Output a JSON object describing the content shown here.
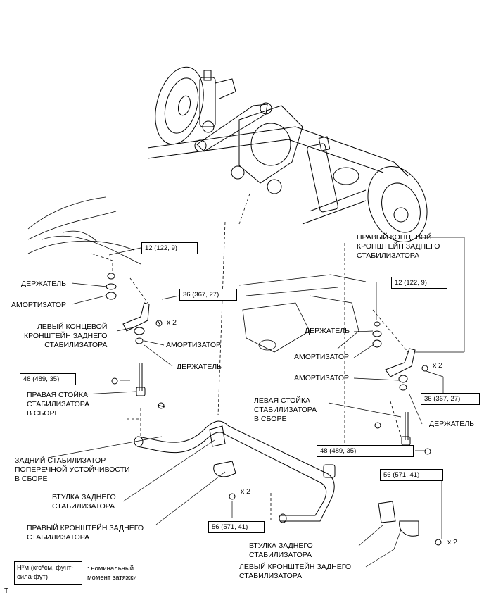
{
  "labels": {
    "holder_left": "ДЕРЖАТЕЛЬ",
    "cushion_left": "АМОРТИЗАТОР",
    "left_bracket": [
      "ЛЕВЫЙ КОНЦЕВОЙ",
      "КРОНШТЕЙН ЗАДНЕГО",
      "СТАБИЛИЗАТОРА"
    ],
    "cushion_mid": "АМОРТИЗАТОР",
    "holder_mid": "ДЕРЖАТЕЛЬ",
    "right_link": [
      "ПРАВАЯ СТОЙКА",
      "СТАБИЛИЗАТОРА",
      "В СБОРЕ"
    ],
    "stabilizer": [
      "ЗАДНИЙ СТАБИЛИЗАТОР",
      "ПОПЕРЕЧНОЙ УСТОЙЧИВОСТИ",
      "В СБОРЕ"
    ],
    "bushing_right": [
      "ВТУЛКА ЗАДНЕГО",
      "СТАБИЛИЗАТОРА"
    ],
    "right_bracket": [
      "ПРАВЫЙ КРОНШТЕЙН ЗАДНЕГО",
      "СТАБИЛИЗАТОРА"
    ],
    "right_end_bracket": [
      "ПРАВЫЙ КОНЦЕВОЙ",
      "КРОНШТЕЙН ЗАДНЕГО",
      "СТАБИЛИЗАТОРА"
    ],
    "holder_r1": "ДЕРЖАТЕЛЬ",
    "cushion_r1": "АМОРТИЗАТОР",
    "cushion_r2": "АМОРТИЗАТОР",
    "left_link": [
      "ЛЕВАЯ СТОЙКА",
      "СТАБИЛИЗАТОРА",
      "В СБОРЕ"
    ],
    "holder_r2": "ДЕРЖАТЕЛЬ",
    "bushing_left": [
      "ВТУЛКА ЗАДНЕГО",
      "СТАБИЛИЗАТОРА"
    ],
    "left_bracket_low": [
      "ЛЕВЫЙ КРОНШТЕЙН ЗАДНЕГО",
      "СТАБИЛИЗАТОРА"
    ]
  },
  "torque": {
    "t1": "12 (122, 9)",
    "t2": "36 (367, 27)",
    "t3": "48 (489, 35)",
    "t4": "56 (571, 41)",
    "t5": "12 (122, 9)",
    "t6": "36 (367, 27)",
    "t7": "48 (489, 35)",
    "t8": "56 (571, 41)"
  },
  "quantity": "x 2",
  "legend": {
    "unit": "Н*м (кгс*см, фунт-сила-фут)",
    "meaning": [
      ": номинальный",
      "момент затяжки"
    ]
  },
  "corner_mark": "T"
}
